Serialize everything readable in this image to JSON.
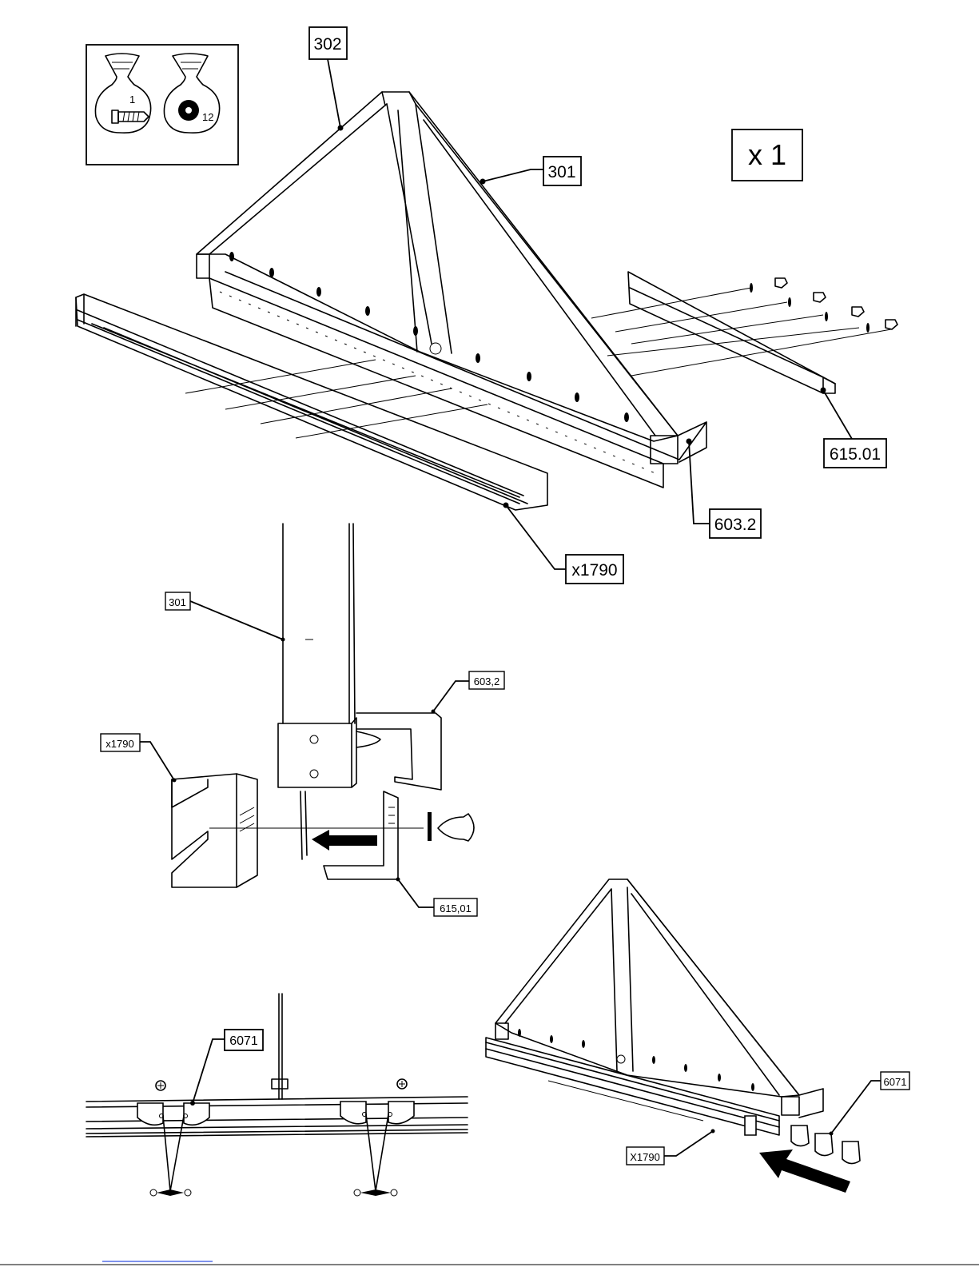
{
  "parts_bags": [
    {
      "icon": "screw-icon",
      "count": "1"
    },
    {
      "icon": "washer-icon",
      "count": "12"
    }
  ],
  "quantity_label": "x 1",
  "step1_labels": {
    "top_rail": "302",
    "diagonal": "301",
    "right_rail": "615.01",
    "base_beam": "603.2",
    "front_rail": "x1790"
  },
  "step2_labels": {
    "post": "301",
    "bracket": "603,2",
    "channel": "x1790",
    "plate": "615,01"
  },
  "step3_labels": {
    "roller": "6071"
  },
  "step4_labels": {
    "rollers": "6071",
    "rail": "X1790"
  }
}
